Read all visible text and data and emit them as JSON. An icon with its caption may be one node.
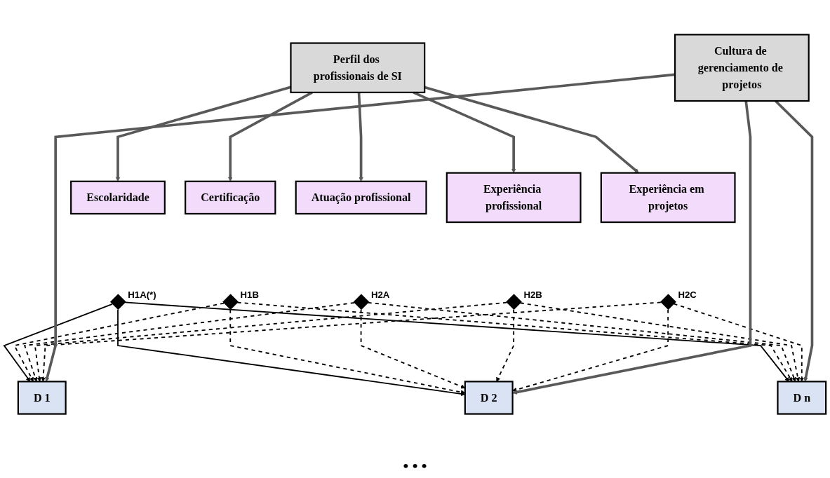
{
  "diagram": {
    "nodes": [
      {
        "text": [
          "Perfil dos profissionais de SI"
        ]
      },
      {
        "text": [
          "Escolaridade"
        ]
      },
      {
        "text": [
          "Certificação"
        ]
      },
      {
        "text": [
          "Atuação profissional"
        ]
      },
      {
        "text": [
          "Experiência profissional"
        ]
      },
      {
        "text": [
          "Experiência em projetos"
        ]
      },
      {
        "text": [],
        "shape": "diamond",
        "beside": [
          "H1A(*)"
        ]
      },
      {
        "text": [],
        "shape": "diamond",
        "beside": [
          "H1B"
        ]
      },
      {
        "text": [],
        "shape": "diamond",
        "beside": [
          "H2A"
        ]
      },
      {
        "text": [],
        "shape": "diamond",
        "beside": [
          "H2B"
        ]
      },
      {
        "text": [],
        "shape": "diamond",
        "beside": [
          "H2C"
        ]
      },
      {
        "text": [
          "D 1"
        ]
      },
      {
        "text": [
          "D 2"
        ]
      },
      {
        "text": [
          "D n"
        ]
      },
      {
        "text": [
          "Cultura de gerenciamento de projetos"
        ]
      }
    ],
    "edges": [
      {
        "from": 0,
        "to": 1,
        "arrow": "to",
        "style": "thick",
        "color": "#595959"
      },
      {
        "from": 0,
        "to": 2,
        "arrow": "to",
        "style": "thick",
        "color": "#595959"
      },
      {
        "from": 0,
        "to": 3,
        "arrow": "to",
        "style": "thick",
        "color": "#595959"
      },
      {
        "from": 0,
        "to": 4,
        "arrow": "to",
        "style": "thick",
        "color": "#595959"
      },
      {
        "from": 0,
        "to": 5,
        "arrow": "to",
        "style": "thick",
        "color": "#595959"
      },
      {
        "from": 6,
        "to": 11,
        "arrow": "to"
      },
      {
        "from": 6,
        "to": 12,
        "arrow": "to"
      },
      {
        "from": 6,
        "to": 13,
        "arrow": "to"
      },
      {
        "from": 7,
        "to": 11,
        "arrow": "to",
        "style": "dashed"
      },
      {
        "from": 7,
        "to": 12,
        "arrow": "to",
        "style": "dashed"
      },
      {
        "from": 7,
        "to": 13,
        "arrow": "to",
        "style": "dashed"
      },
      {
        "from": 8,
        "to": 11,
        "arrow": "to",
        "style": "dashed"
      },
      {
        "from": 8,
        "to": 12,
        "arrow": "to",
        "style": "dashed"
      },
      {
        "from": 8,
        "to": 13,
        "arrow": "to",
        "style": "dashed"
      },
      {
        "from": 9,
        "to": 11,
        "arrow": "to",
        "style": "dashed"
      },
      {
        "from": 9,
        "to": 12,
        "arrow": "to",
        "style": "dashed"
      },
      {
        "from": 9,
        "to": 13,
        "arrow": "to",
        "style": "dashed"
      },
      {
        "from": 10,
        "to": 11,
        "arrow": "to",
        "style": "dashed"
      },
      {
        "from": 10,
        "to": 12,
        "arrow": "to",
        "style": "dashed"
      },
      {
        "from": 10,
        "to": 13,
        "arrow": "to",
        "style": "dashed"
      },
      {
        "from": 14,
        "to": 11,
        "arrow": "to",
        "style": "thick",
        "color": "#595959"
      },
      {
        "from": 14,
        "to": 12,
        "arrow": "to",
        "style": "thick",
        "color": "#595959"
      },
      {
        "from": 14,
        "to": 13,
        "arrow": "to",
        "style": "thick",
        "color": "#595959"
      }
    ],
    "labels": [
      "• • •"
    ]
  }
}
